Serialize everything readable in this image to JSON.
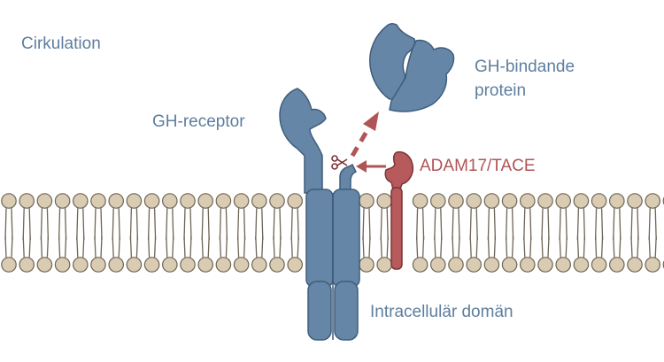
{
  "labels": {
    "circulation": "Cirkulation",
    "gh_binding_protein_line1": "GH-bindande",
    "gh_binding_protein_line2": "protein",
    "gh_receptor": "GH-receptor",
    "adam17": "ADAM17/TACE",
    "intracellular_domain": "Intracellulär domän"
  },
  "colors": {
    "receptor": "#6586a6",
    "receptor_stroke": "#3f5d7c",
    "enzyme": "#b75a5c",
    "enzyme_stroke": "#7d3436",
    "lipid_head": "#d9ccb3",
    "lipid_stroke": "#6e6656",
    "label_blue": "#5e7e9e",
    "label_red": "#b05456",
    "arrow": "#b05456"
  },
  "icons": {
    "cleavage": "scissors-icon"
  }
}
